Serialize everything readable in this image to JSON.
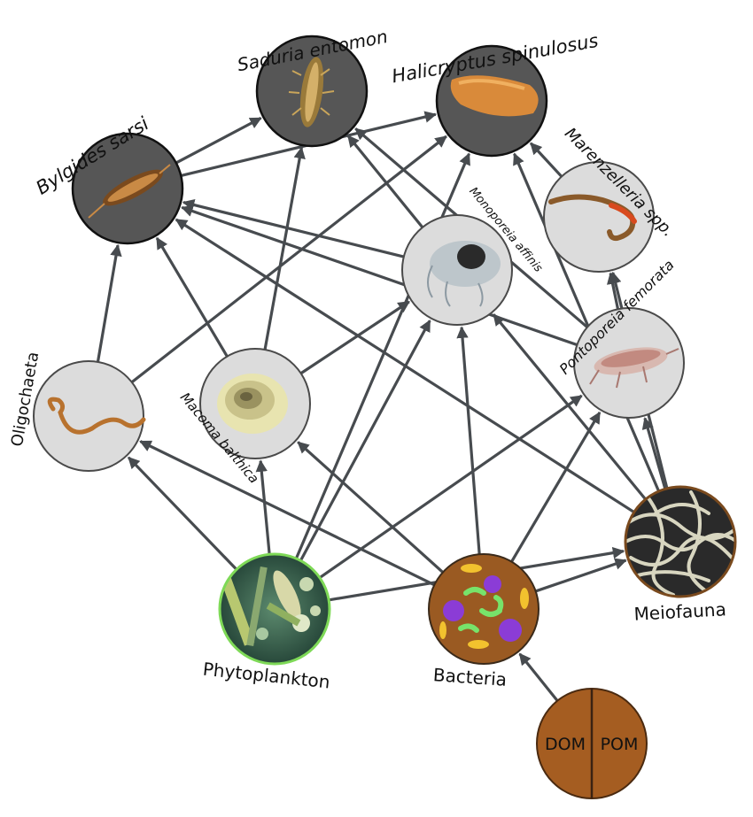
{
  "nodes": {
    "saduria": {
      "label": "Saduria entomon",
      "icon": "isopod-icon",
      "group": "predator"
    },
    "halicryptus": {
      "label": "Halicryptus spinulosus",
      "icon": "priapulid-worm-icon",
      "group": "predator"
    },
    "bylgides": {
      "label": "Bylgides sarsi",
      "icon": "polychaete-icon",
      "group": "predator"
    },
    "marenzelleria": {
      "label": "Marenzelleria spp.",
      "icon": "worm-icon",
      "group": "consumer"
    },
    "monoporeia": {
      "label": "Monoporeia affinis",
      "icon": "amphipod-icon",
      "group": "consumer"
    },
    "pontoporeia": {
      "label": "Pontoporeia femorata",
      "icon": "amphipod-icon",
      "group": "consumer"
    },
    "oligochaeta": {
      "label": "Oligochaeta",
      "icon": "oligochaete-worm-icon",
      "group": "consumer"
    },
    "macoma": {
      "label": "Macoma balthica",
      "icon": "clam-icon",
      "group": "consumer"
    },
    "phytoplankton": {
      "label": "Phytoplankton",
      "icon": "diatom-icon",
      "group": "base"
    },
    "bacteria": {
      "label": "Bacteria",
      "icon": "bacteria-icon",
      "group": "base"
    },
    "meiofauna": {
      "label": "Meiofauna",
      "icon": "nematode-mass-icon",
      "group": "base"
    },
    "dompom": {
      "label_left": "DOM",
      "label_right": "POM",
      "group": "detritus"
    }
  },
  "edges": [
    [
      "dompom",
      "bacteria"
    ],
    [
      "bacteria",
      "meiofauna"
    ],
    [
      "bacteria",
      "oligochaeta"
    ],
    [
      "bacteria",
      "macoma"
    ],
    [
      "bacteria",
      "monoporeia"
    ],
    [
      "bacteria",
      "pontoporeia"
    ],
    [
      "phytoplankton",
      "oligochaeta"
    ],
    [
      "phytoplankton",
      "macoma"
    ],
    [
      "phytoplankton",
      "monoporeia"
    ],
    [
      "phytoplankton",
      "pontoporeia"
    ],
    [
      "phytoplankton",
      "meiofauna"
    ],
    [
      "phytoplankton",
      "halicryptus"
    ],
    [
      "meiofauna",
      "pontoporeia"
    ],
    [
      "meiofauna",
      "marenzelleria"
    ],
    [
      "meiofauna",
      "halicryptus"
    ],
    [
      "meiofauna",
      "monoporeia"
    ],
    [
      "meiofauna",
      "bylgides"
    ],
    [
      "oligochaeta",
      "bylgides"
    ],
    [
      "oligochaeta",
      "halicryptus"
    ],
    [
      "macoma",
      "bylgides"
    ],
    [
      "macoma",
      "saduria"
    ],
    [
      "macoma",
      "monoporeia"
    ],
    [
      "monoporeia",
      "saduria"
    ],
    [
      "monoporeia",
      "bylgides"
    ],
    [
      "pontoporeia",
      "bylgides"
    ],
    [
      "pontoporeia",
      "saduria"
    ],
    [
      "pontoporeia",
      "marenzelleria"
    ],
    [
      "bylgides",
      "saduria"
    ],
    [
      "bylgides",
      "halicryptus"
    ],
    [
      "marenzelleria",
      "halicryptus"
    ]
  ],
  "colors": {
    "predator_fill": "#565656",
    "consumer_fill": "#dcdcdc",
    "edge": "#474b4f",
    "bacteria_fill": "#9a5a22",
    "dompom_fill": "#a55d21",
    "phyto_border": "#7ed957"
  }
}
